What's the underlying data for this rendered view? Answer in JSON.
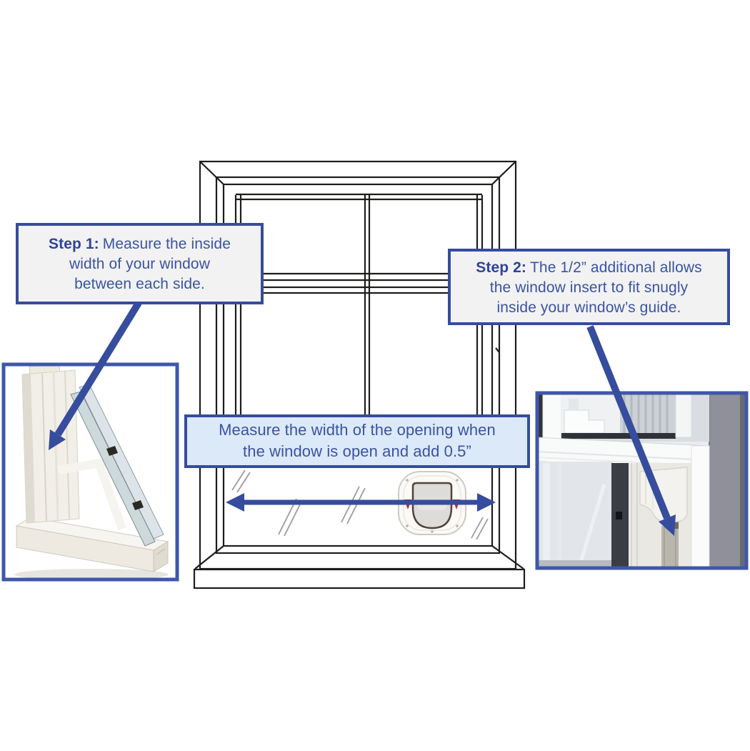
{
  "diagram": {
    "step1": {
      "label": "Step 1:",
      "lines": [
        "Measure the inside",
        "width of your window",
        "between each side."
      ]
    },
    "step2": {
      "label": "Step 2:",
      "lines": [
        "The 1/2” additional allows",
        "the window insert to fit snugly",
        "inside your window’s guide."
      ]
    },
    "banner": {
      "lines": [
        "Measure the width of the opening when",
        "the window is open and add 0.5”"
      ]
    },
    "colors": {
      "accent_blue": "#364c9d",
      "callout_bg": "#f2f2f3",
      "banner_bg": "#dce9f8",
      "line_black": "#1d1d1b",
      "flap_lock_red": "#d21e1e"
    }
  }
}
